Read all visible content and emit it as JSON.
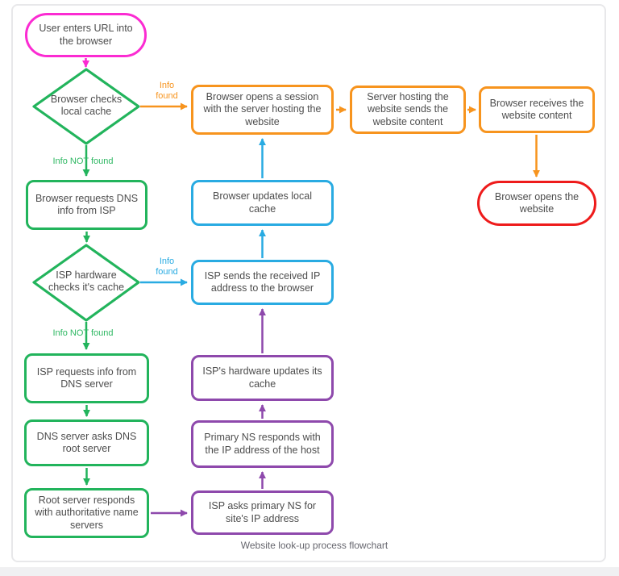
{
  "diagram": {
    "caption": "Website look-up process flowchart",
    "nodes": {
      "start": "User enters URL into the browser",
      "browser_checks_cache": "Browser checks local cache",
      "open_session": "Browser opens a session with the server hosting the website",
      "server_sends": "Server hosting the website sends the website content",
      "browser_receives": "Browser receives the website content",
      "browser_opens": "Browser opens the website",
      "browser_requests_dns": "Browser requests DNS info from ISP",
      "browser_updates_cache": "Browser updates local cache",
      "isp_checks_cache": "ISP hardware checks it's cache",
      "isp_sends_ip": "ISP sends the received IP address to the browser",
      "isp_requests_info": "ISP requests info from DNS server",
      "isp_hw_updates": "ISP's hardware updates its cache",
      "dns_asks_root": "DNS server asks DNS root server",
      "primary_ns_responds": "Primary NS responds with the IP address of the host",
      "root_responds": "Root server responds with authoritative name servers",
      "isp_asks_primary": "ISP asks primary NS for site's IP address"
    },
    "edge_labels": {
      "browser_cache_found": "Info found",
      "browser_cache_not_found": "Info NOT found",
      "isp_cache_found": "Info found",
      "isp_cache_not_found": "Info NOT found"
    },
    "colors": {
      "start_magenta": "#fb2bd2",
      "process_green": "#22b45c",
      "session_orange": "#f7941e",
      "cache_blue": "#29abe2",
      "dns_purple": "#8e49ac",
      "end_red": "#ee1b1b",
      "node_text": "#4d4d4d",
      "caption_text": "#66666e"
    }
  }
}
